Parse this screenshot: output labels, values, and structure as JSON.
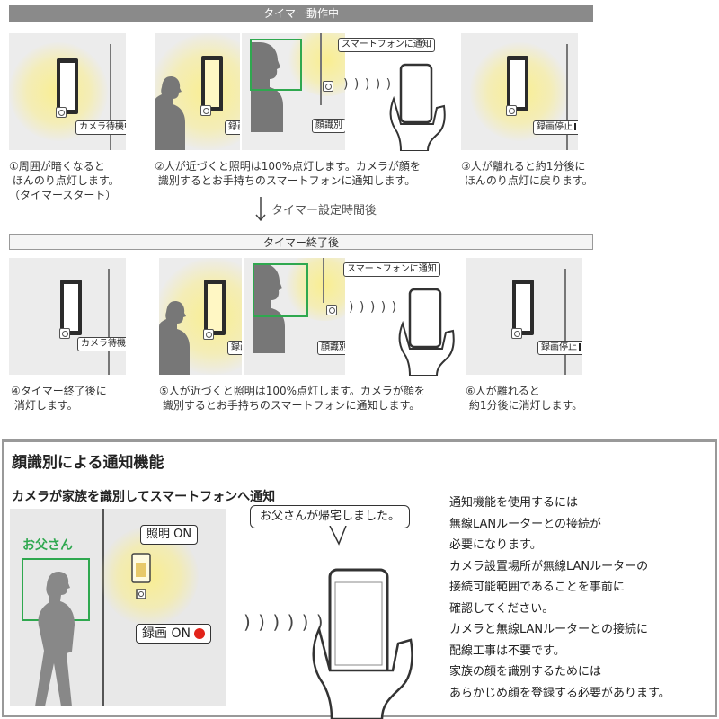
{
  "top": {
    "banner_running": "タイマー動作中",
    "banner_ended": "タイマー終了後",
    "arrow_label": "タイマー設定時間後"
  },
  "labels": {
    "camera_standby": "カメラ待機中",
    "rec_on": "録画ON",
    "rec_stop": "録画停止",
    "face_id": "顔識別",
    "smartphone_notify": "スマートフォンに通知"
  },
  "captions": {
    "step1": "①周囲が暗くなると\n ほんのり点灯します。\n（タイマースタート）",
    "step2": "②人が近づくと照明は100%点灯します。カメラが顔を\n 識別するとお手持ちのスマートフォンに通知します。",
    "step3": "③人が離れると約1分後に\n ほんのり点灯に戻ります。",
    "step4": "④タイマー終了後に\n 消灯します。",
    "step5": "⑤人が近づくと照明は100%点灯します。カメラが顔を\n 識別するとお手持ちのスマートフォンに通知します。",
    "step6": "⑥人が離れると\n 約1分後に消灯します。"
  },
  "section": {
    "title": "顔識別による通知機能",
    "subtitle": "カメラが家族を識別してスマートフォンへ通知",
    "father_label": "お父さん",
    "light_on": "照明 ON",
    "rec_on": "録画 ON",
    "message": "お父さんが帰宅しました。",
    "notice": "通知機能を使用するには\n無線LANルーターとの接続が\n必要になります。\nカメラ設置場所が無線LANルーターの\n接続可能範囲であることを事前に\n確認してください。\nカメラと無線LANルーターとの接続に\n配線工事は不要です。\n家族の顔を識別するためには\nあらかじめ顔を登録する必要があります。"
  },
  "colors": {
    "rec_red": "#e2231a",
    "face_green": "#2fa84f",
    "glow_yellow": "#faee8c"
  }
}
